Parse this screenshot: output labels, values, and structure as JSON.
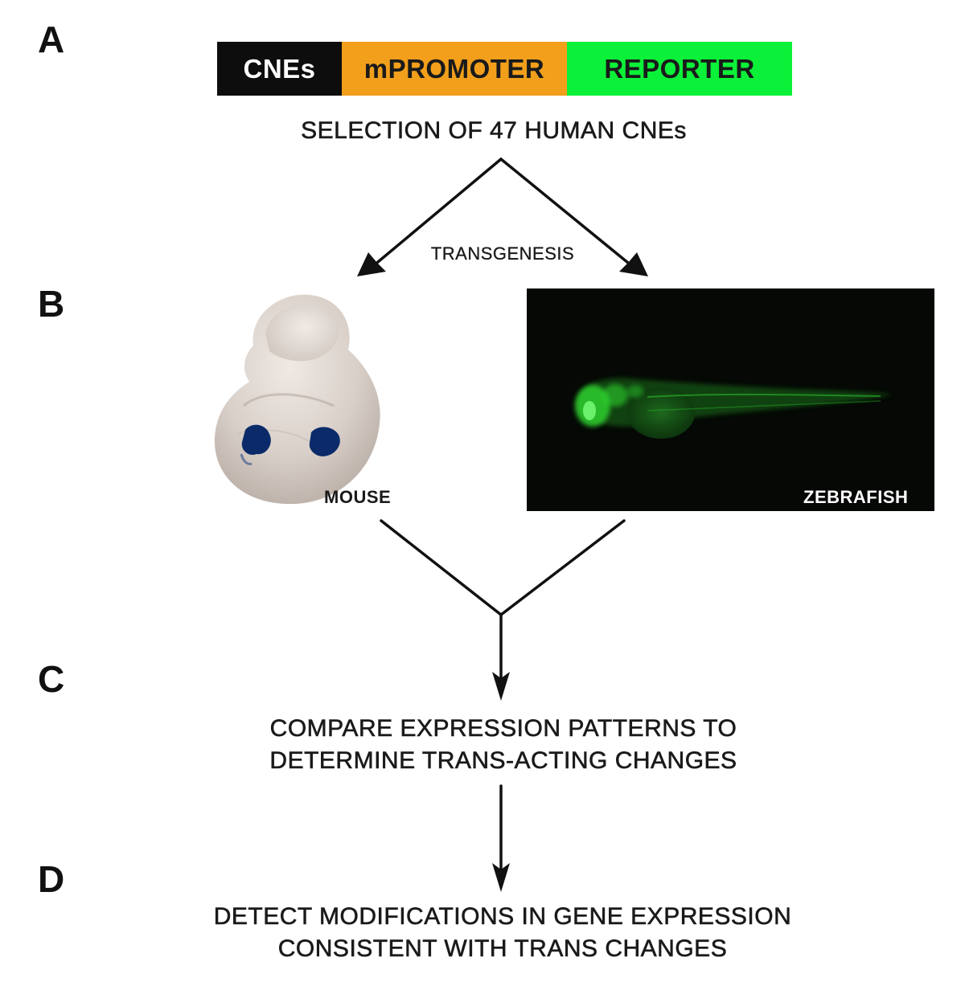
{
  "panels": {
    "a": "A",
    "b": "B",
    "c": "C",
    "d": "D"
  },
  "construct": {
    "segments": [
      {
        "label": "CNEs",
        "color": "#0d0d0d"
      },
      {
        "label": "mPROMOTER",
        "color": "#f29f1c"
      },
      {
        "label": "REPORTER",
        "color": "#0bf038"
      }
    ]
  },
  "steps": {
    "selection": "SELECTION OF 47 HUMAN CNEs",
    "transgenesis": "TRANSGENESIS",
    "compare_line1": "COMPARE EXPRESSION PATTERNS TO",
    "compare_line2": "DETERMINE TRANS-ACTING CHANGES",
    "detect_line1": "DETECT MODIFICATIONS  IN GENE EXPRESSION",
    "detect_line2": "CONSISTENT WITH TRANS CHANGES"
  },
  "images": {
    "mouse_label": "MOUSE",
    "zebrafish_label": "ZEBRAFISH"
  },
  "colors": {
    "arrow": "#111111",
    "fish_glow": "#2fd02f",
    "mouse_stain": "#0b2a6a",
    "mouse_body": "#d9d1cb"
  }
}
